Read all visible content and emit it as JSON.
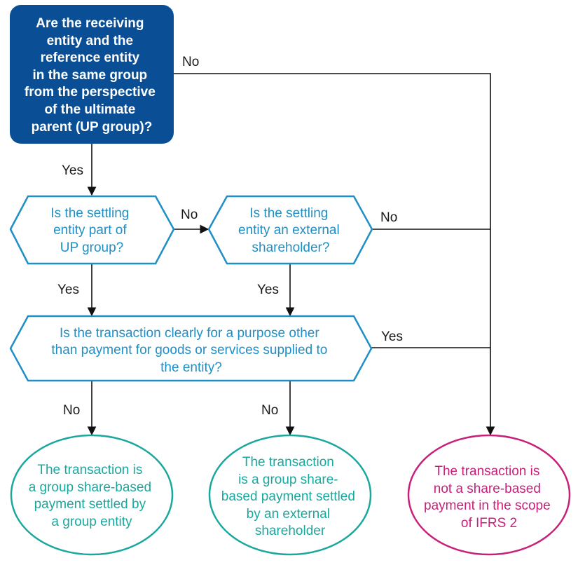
{
  "start": {
    "lines": [
      "Are the receiving",
      "entity and the",
      "reference entity",
      "in the same group",
      "from the perspective",
      "of the ultimate",
      "parent (UP group)?"
    ],
    "color": "#0a4f95"
  },
  "decision1": {
    "lines": [
      "Is the settling",
      "entity part of",
      "UP group?"
    ]
  },
  "decision2": {
    "lines": [
      "Is the settling",
      "entity an external",
      "shareholder?"
    ]
  },
  "decision3": {
    "lines": [
      "Is the transaction clearly for a purpose other",
      "than payment for goods or services supplied to",
      "the entity?"
    ]
  },
  "outcome1": {
    "lines": [
      "The transaction is",
      "a group share-based",
      "payment settled by",
      "a group entity"
    ]
  },
  "outcome2": {
    "lines": [
      "The transaction",
      "is a group share-",
      "based payment settled",
      "by an external",
      "shareholder"
    ]
  },
  "outcome3": {
    "lines": [
      "The transaction is",
      "not a share-based",
      "payment in the scope",
      "of IFRS 2"
    ]
  },
  "edge_labels": {
    "start_no": "No",
    "start_yes": "Yes",
    "d1_no": "No",
    "d1_yes": "Yes",
    "d2_no": "No",
    "d2_yes": "Yes",
    "d3_yes": "Yes",
    "d3_no_left": "No",
    "d3_no_mid": "No"
  },
  "colors": {
    "decision_stroke": "#1f8fc6",
    "teal": "#1aa89e",
    "magenta": "#c8207a",
    "line": "#111111"
  }
}
